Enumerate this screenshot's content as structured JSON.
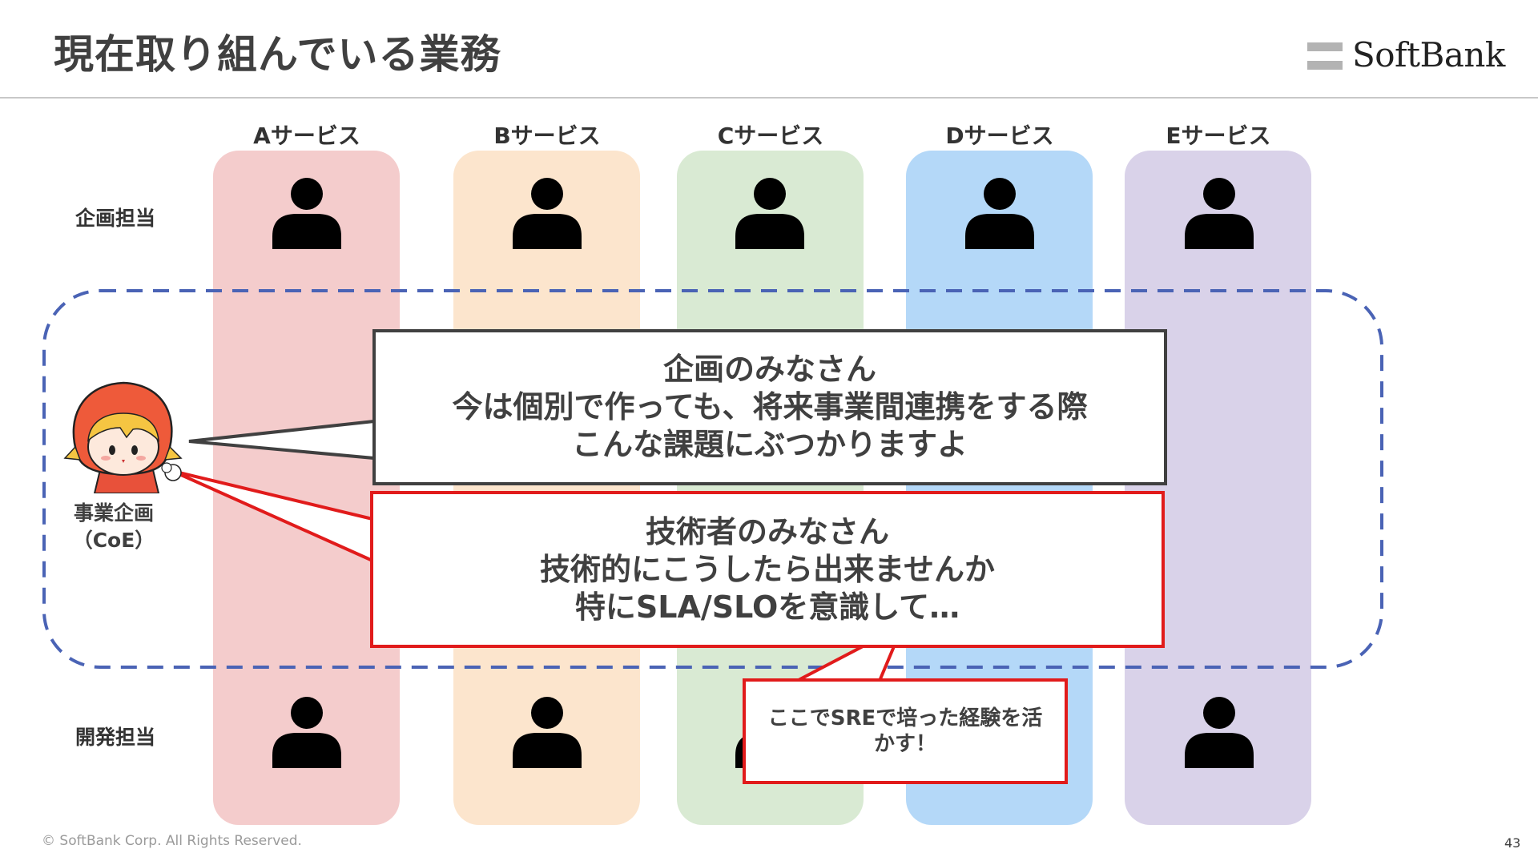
{
  "title": "現在取り組んでいる業務",
  "logo": {
    "text": "SoftBank"
  },
  "columns": [
    {
      "label": "Aサービス",
      "color": "#f4cccc"
    },
    {
      "label": "Bサービス",
      "color": "#fce5cd"
    },
    {
      "label": "Cサービス",
      "color": "#d9ead3"
    },
    {
      "label": "Dサービス",
      "color": "#b4d8f8"
    },
    {
      "label": "Eサービス",
      "color": "#d9d2e9"
    }
  ],
  "rows": {
    "planning": "企画担当",
    "development": "開発担当"
  },
  "coe_label": {
    "line1": "事業企画",
    "line2": "（CoE）"
  },
  "callouts": {
    "planners": {
      "line1": "企画のみなさん",
      "line2": "今は個別で作っても、将来事業間連携をする際",
      "line3": "こんな課題にぶつかりますよ"
    },
    "engineers": {
      "line1": "技術者のみなさん",
      "line2": "技術的にこうしたら出来ませんか",
      "line3": "特にSLA/SLOを意識して…"
    },
    "sre": {
      "line1": "ここでSREで培った経験を活",
      "line2": "かす！"
    }
  },
  "colors": {
    "dashed_border": "#4a63b5",
    "callout_red": "#e11b1b",
    "callout_dark": "#404040"
  },
  "footer": "© SoftBank Corp. All Rights Reserved.",
  "page_number": "43"
}
